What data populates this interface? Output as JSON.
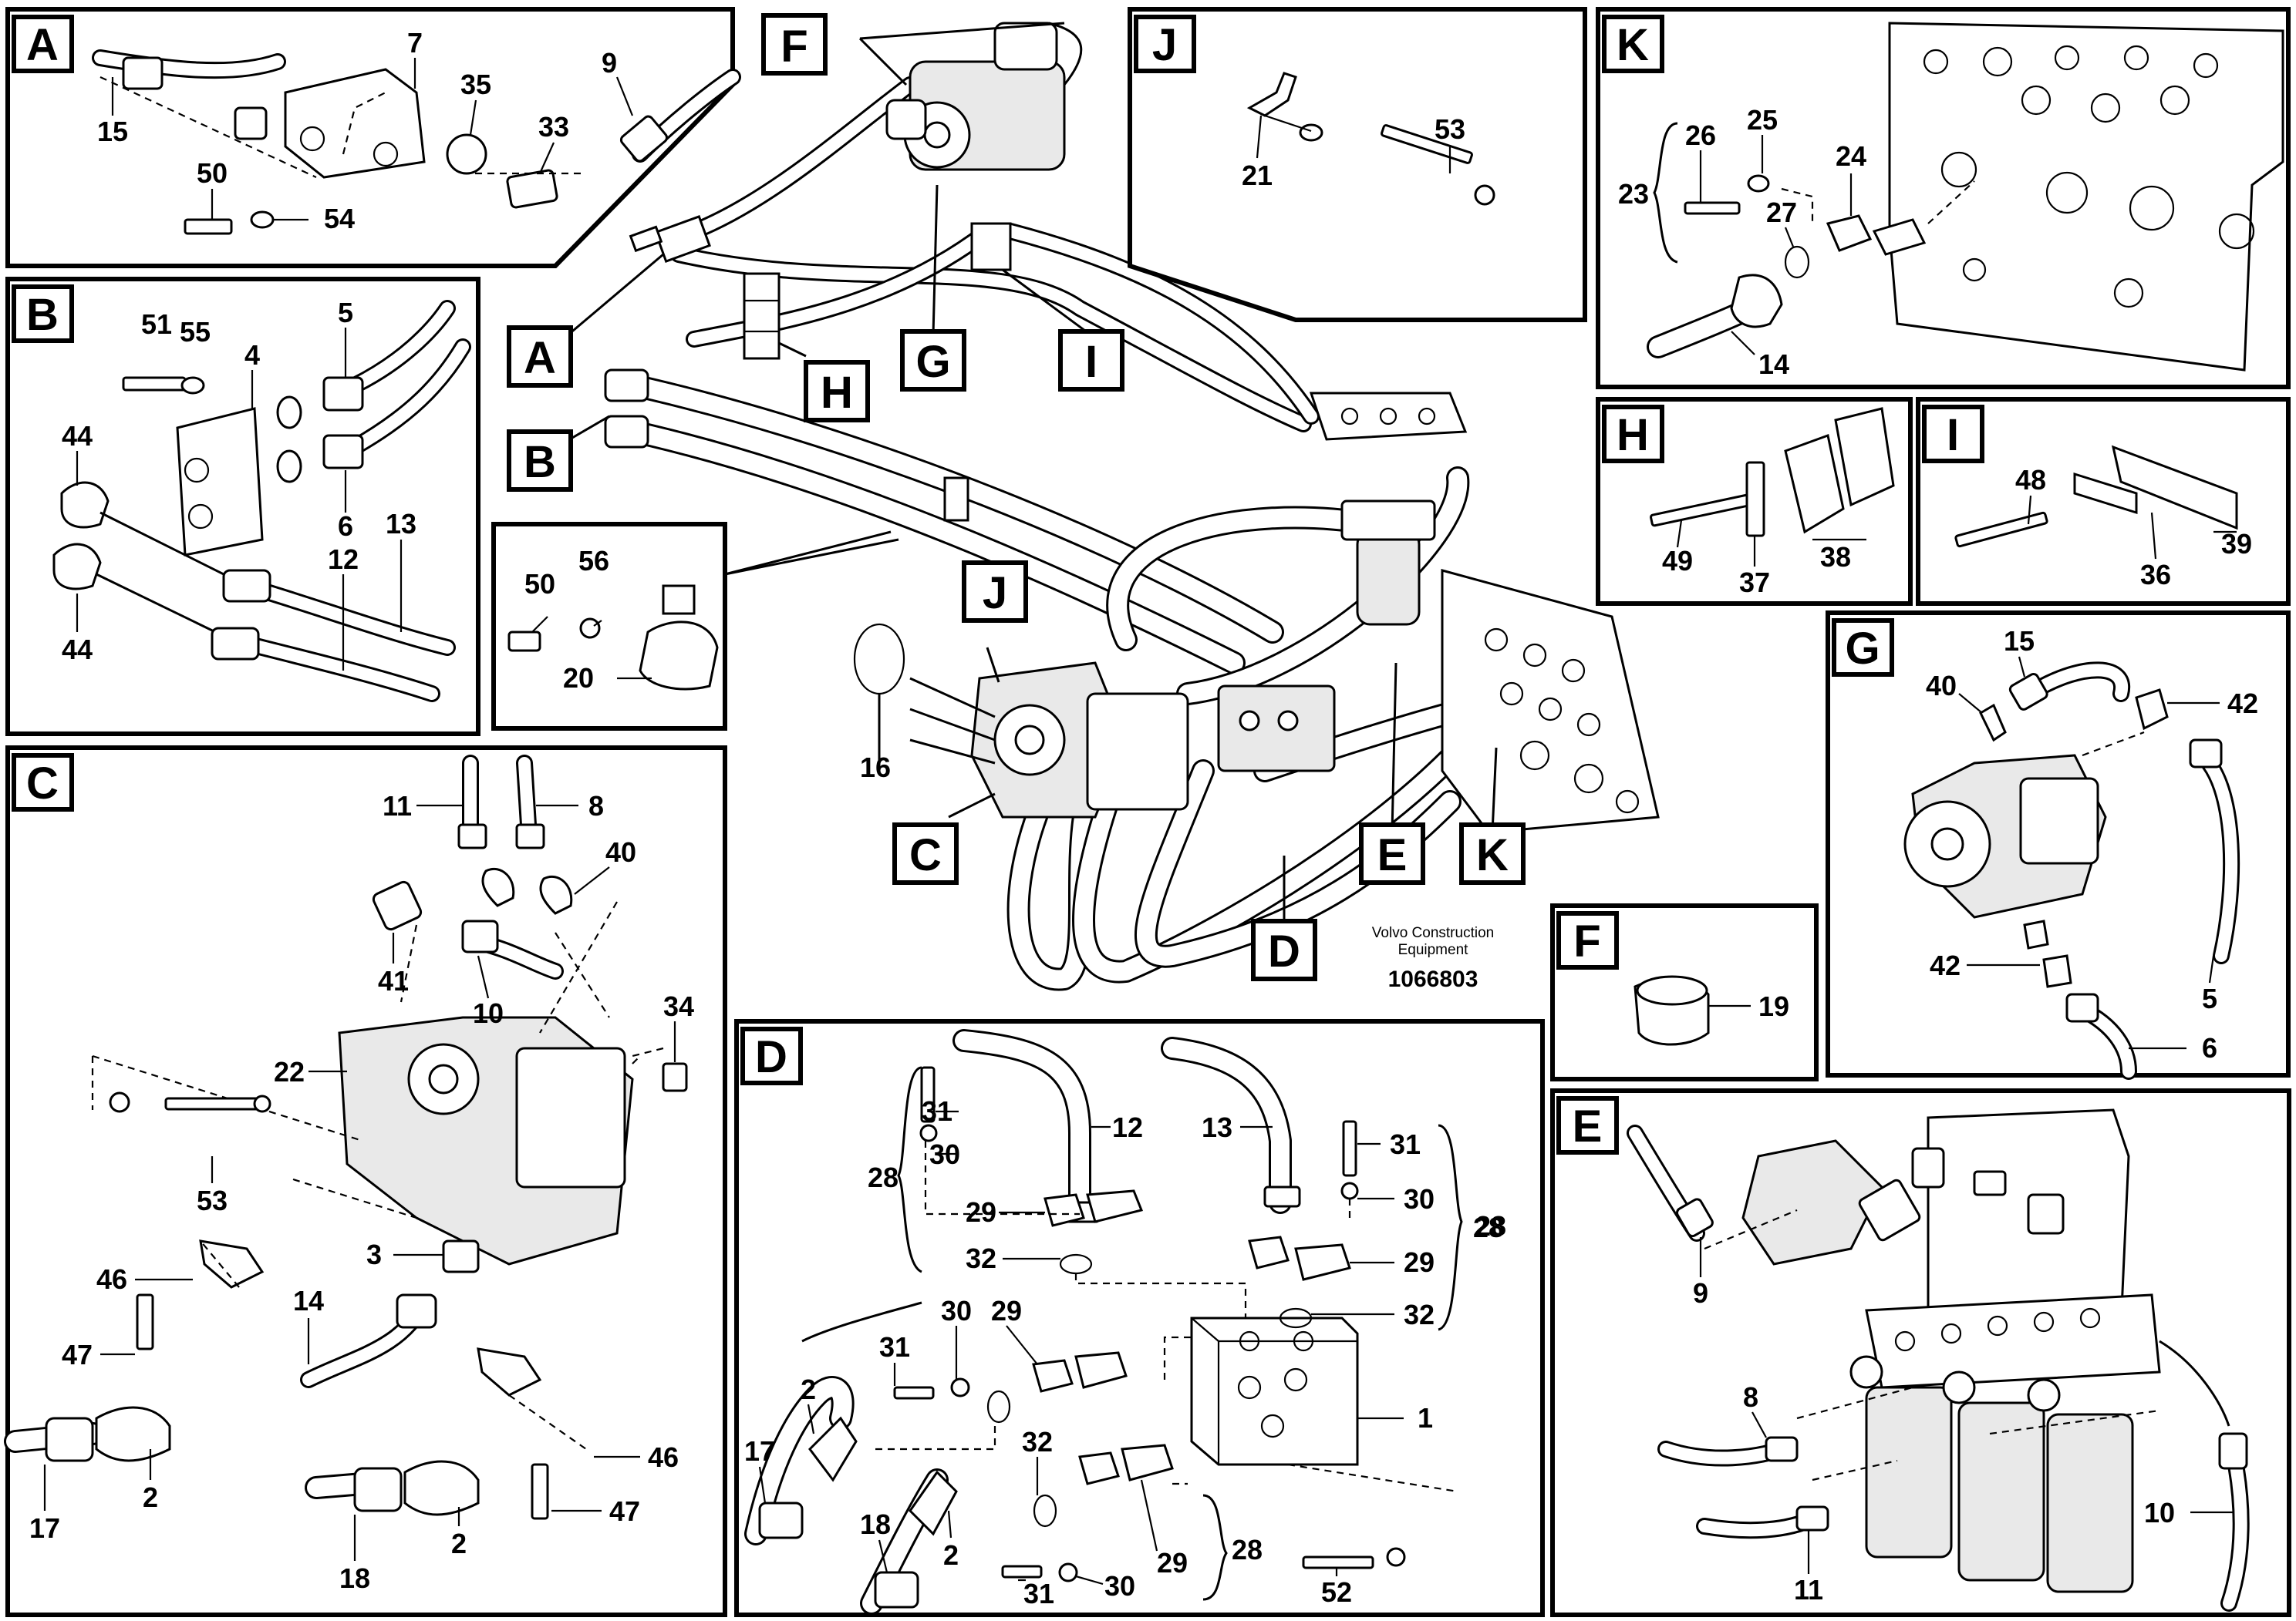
{
  "diagram_id": "1066803",
  "brand": [
    "Volvo Construction",
    "Equipment"
  ],
  "callouts": [
    "A",
    "B",
    "C",
    "D",
    "E",
    "F",
    "G",
    "H",
    "I",
    "J",
    "K"
  ],
  "panels": {
    "A": {
      "letter": "A",
      "parts": [
        "15",
        "7",
        "35",
        "33",
        "9",
        "50",
        "54"
      ]
    },
    "B": {
      "letter": "B",
      "parts": [
        "51",
        "55",
        "4",
        "5",
        "44",
        "6",
        "13",
        "12",
        "44"
      ]
    },
    "C": {
      "letter": "C",
      "parts": [
        "11",
        "8",
        "40",
        "41",
        "10",
        "34",
        "22",
        "53",
        "3",
        "46",
        "14",
        "47",
        "17",
        "2",
        "46",
        "47",
        "18",
        "2"
      ]
    },
    "D": {
      "letter": "D",
      "parts": [
        "31",
        "12",
        "13",
        "31",
        "30",
        "28",
        "30",
        "28",
        "29",
        "29",
        "32",
        "32",
        "28",
        "30",
        "29",
        "31",
        "2",
        "32",
        "1",
        "17",
        "18",
        "2",
        "29",
        "28",
        "31",
        "30",
        "52"
      ]
    },
    "E": {
      "letter": "E",
      "parts": [
        "9",
        "8",
        "10",
        "11"
      ]
    },
    "F": {
      "letter": "F",
      "parts": [
        "19"
      ]
    },
    "G": {
      "letter": "G",
      "parts": [
        "15",
        "40",
        "42",
        "42",
        "5",
        "6"
      ]
    },
    "H": {
      "letter": "H",
      "parts": [
        "49",
        "37",
        "38"
      ]
    },
    "I": {
      "letter": "I",
      "parts": [
        "48",
        "36",
        "39"
      ]
    },
    "J": {
      "letter": "J",
      "parts": [
        "21",
        "53"
      ]
    },
    "K": {
      "letter": "K",
      "parts": [
        "26",
        "25",
        "23",
        "24",
        "27",
        "14"
      ]
    },
    "main": {
      "parts": [
        "50",
        "56",
        "20",
        "16"
      ]
    }
  }
}
